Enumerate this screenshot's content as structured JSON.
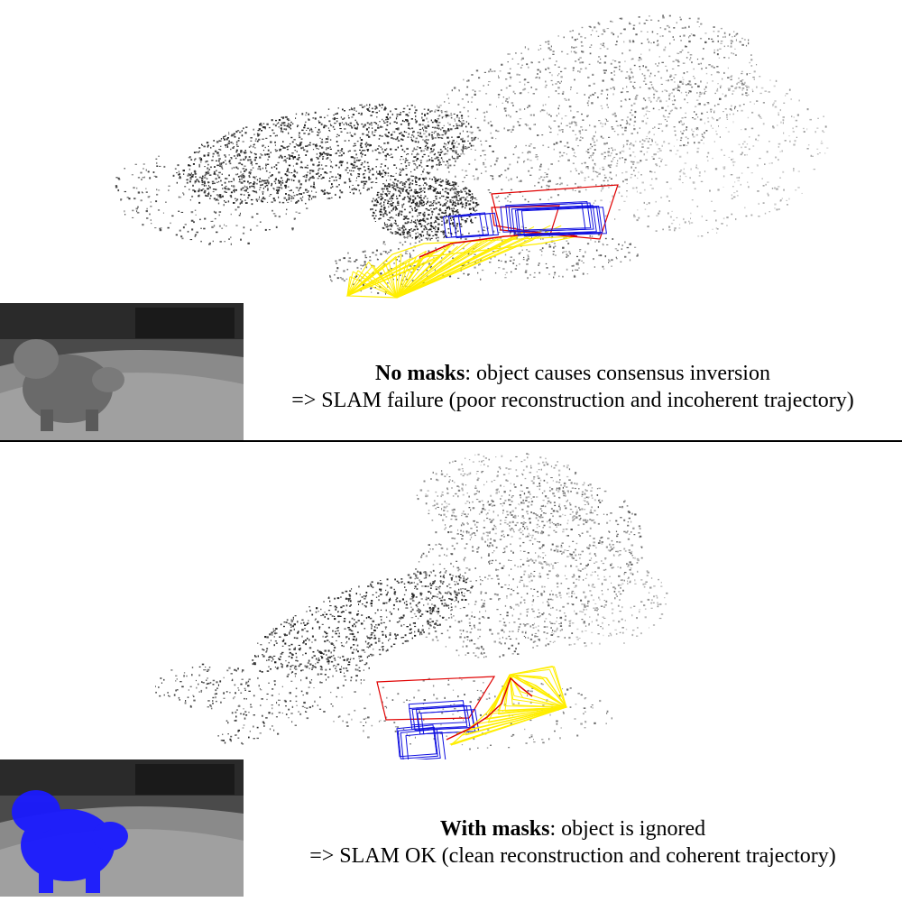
{
  "panels": [
    {
      "caption_bold": "No masks",
      "caption_rest": ": object causes consensus inversion",
      "caption_line2": "=> SLAM failure (poor reconstruction and incoherent trajectory)"
    },
    {
      "caption_bold": "With masks",
      "caption_rest": ": object is ignored",
      "caption_line2": "=> SLAM OK (clean reconstruction and coherent trajectory)"
    }
  ],
  "colors": {
    "keyframe_red": "#e00000",
    "keyframe_blue": "#1010e0",
    "trajectory_yellow": "#ffee00",
    "mask_blue": "#1a1aff"
  }
}
